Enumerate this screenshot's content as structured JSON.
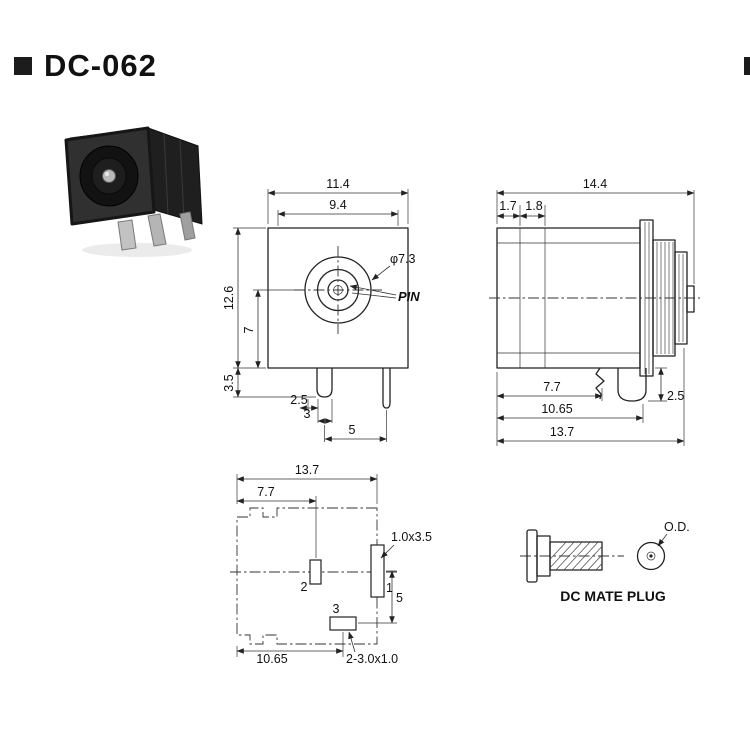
{
  "header": {
    "title": "DC-062"
  },
  "colors": {
    "ink": "#222222",
    "background": "#ffffff"
  },
  "front_view": {
    "dim_width_outer": "11.4",
    "dim_width_inner": "9.4",
    "dim_height_overall": "12.6",
    "dim_height_center": "7",
    "dim_pin_length": "3.5",
    "dim_pin_a": "2.5",
    "dim_pin_b": "3",
    "dim_pin_pitch": "5",
    "dim_diameter": "φ7.3",
    "pin_callout": "PIN"
  },
  "side_view": {
    "dim_width_overall": "14.4",
    "dim_step_a": "1.7",
    "dim_step_b": "1.8",
    "dim_bottom_a": "7.7",
    "dim_bottom_b": "10.65",
    "dim_bottom_c": "13.7",
    "dim_pin_length": "2.5"
  },
  "footprint": {
    "dim_width_overall": "13.7",
    "dim_width_partial": "7.7",
    "dim_pad_pitch": "5",
    "dim_bottom": "10.65",
    "pad1_label": "1",
    "pad2_label": "2",
    "pad3_label": "3",
    "pad1_size": "1.0x3.5",
    "pad3_size": "2-3.0x1.0"
  },
  "mate_plug": {
    "label": "DC MATE PLUG",
    "od_label": "O.D."
  }
}
